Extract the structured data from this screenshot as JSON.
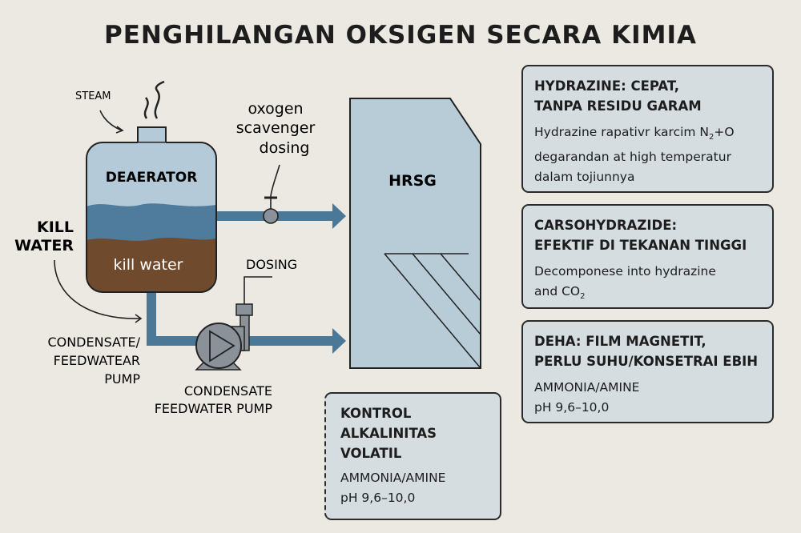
{
  "title": "PENGHILANGAN OKSIGEN SECARA KIMIA",
  "diagram": {
    "steam": "STEAM",
    "deaerator": "DEAERATOR",
    "kill_water_inside": "kill water",
    "kill_water_line1": "KILL",
    "kill_water_line2": "WATER",
    "scavenger_line1": "oxogen",
    "scavenger_line2": "scavenger",
    "scavenger_line3": "dosing",
    "dosing": "DOSING",
    "hrsg": "HRSG",
    "cfp_left_line1": "CONDENSATE/",
    "cfp_left_line2": "FEEDWATEAR",
    "cfp_left_line3": "PUMP",
    "cfp_bottom_line1": "CONDENSATE",
    "cfp_bottom_line2": "FEEDWATER PUMP"
  },
  "cards": [
    {
      "heading1": "HYDRAZINE: CEPAT,",
      "heading2": "TANPA RESIDU GARAM",
      "body1": "Hydrazine rapativr karcim N",
      "sub1": "2",
      "body1b": "+O",
      "body2": "degarandan at high temperatur",
      "body3": "dalam tojiunnya"
    },
    {
      "heading1": "CARSOHYDRAZIDE:",
      "heading2": "EFEKTIF DI TEKANAN TINGGI",
      "body1": "Decomponese into hydrazine",
      "body2": "and CO",
      "sub2": "2"
    },
    {
      "heading1": "DEHA: FILM MAGNETIT,",
      "heading2": "PERLU SUHU/KONSETRAI EBIH",
      "body1": "AMMONIA/AMINE",
      "body2": "pH 9,6–10,0"
    }
  ],
  "control_card": {
    "heading1": "KONTROL",
    "heading2": "ALKALINITAS",
    "heading3": "VOLATIL",
    "body1": "AMMONIA/AMINE",
    "body2": "pH 9,6–10,0"
  },
  "colors": {
    "background": "#ece9e3",
    "tank_top": "#b4cad8",
    "water": "#4f7b9c",
    "sludge": "#6f4a2d",
    "pipe": "#4c7898",
    "card": "#d6dde1",
    "hrsg": "#b8ccd8"
  }
}
